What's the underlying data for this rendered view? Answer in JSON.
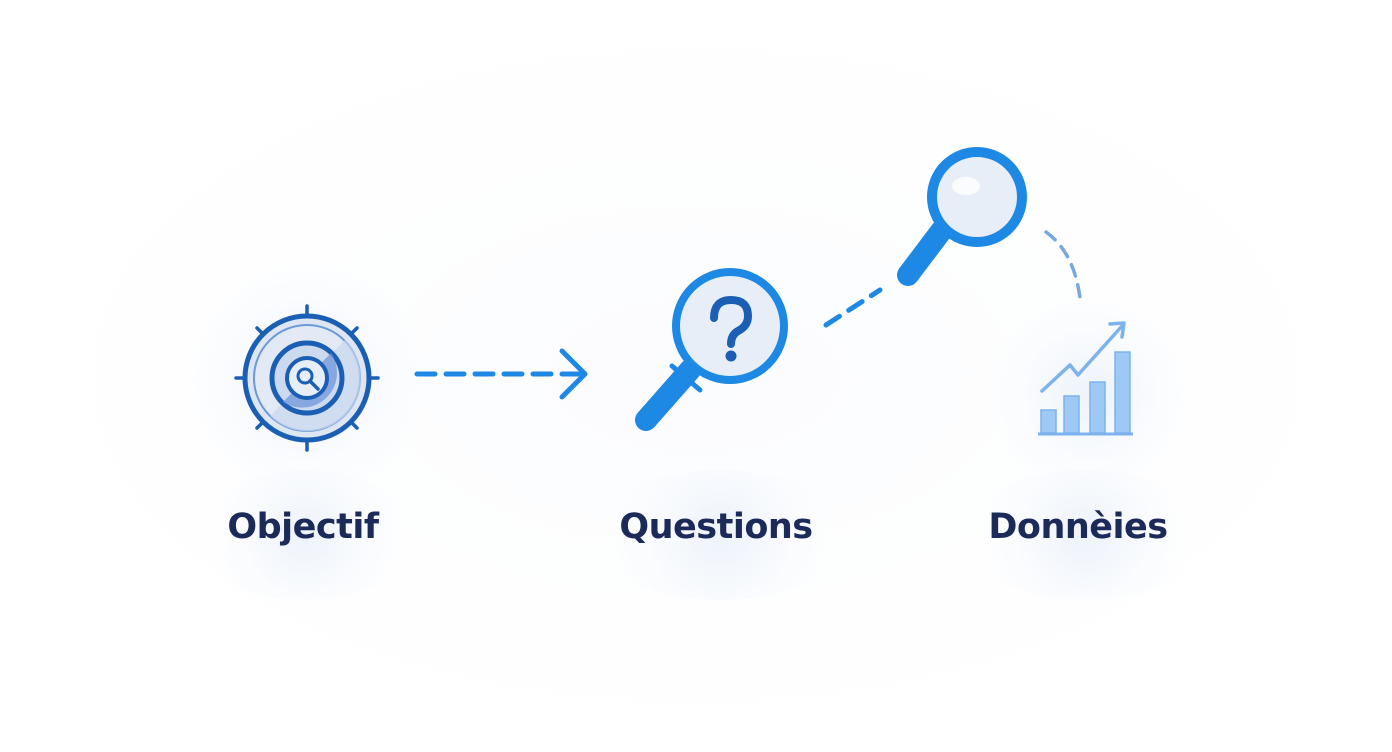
{
  "diagram": {
    "steps": [
      {
        "id": "objectif",
        "label": "Objectif",
        "icon": "target-search-icon"
      },
      {
        "id": "questions",
        "label": "Questions",
        "icon": "question-magnifier-icon"
      },
      {
        "id": "donnees",
        "label": "Donnèies",
        "icon": "bar-chart-growth-icon"
      }
    ],
    "extra_icons": [
      "magnifying-glass-icon"
    ],
    "colors": {
      "primary": "#1e88e5",
      "dark_blue": "#1a5fb4",
      "light_fill": "#e9eef7",
      "chart_bars": "#9ec9f5",
      "label_text": "#1c2a5a"
    }
  }
}
